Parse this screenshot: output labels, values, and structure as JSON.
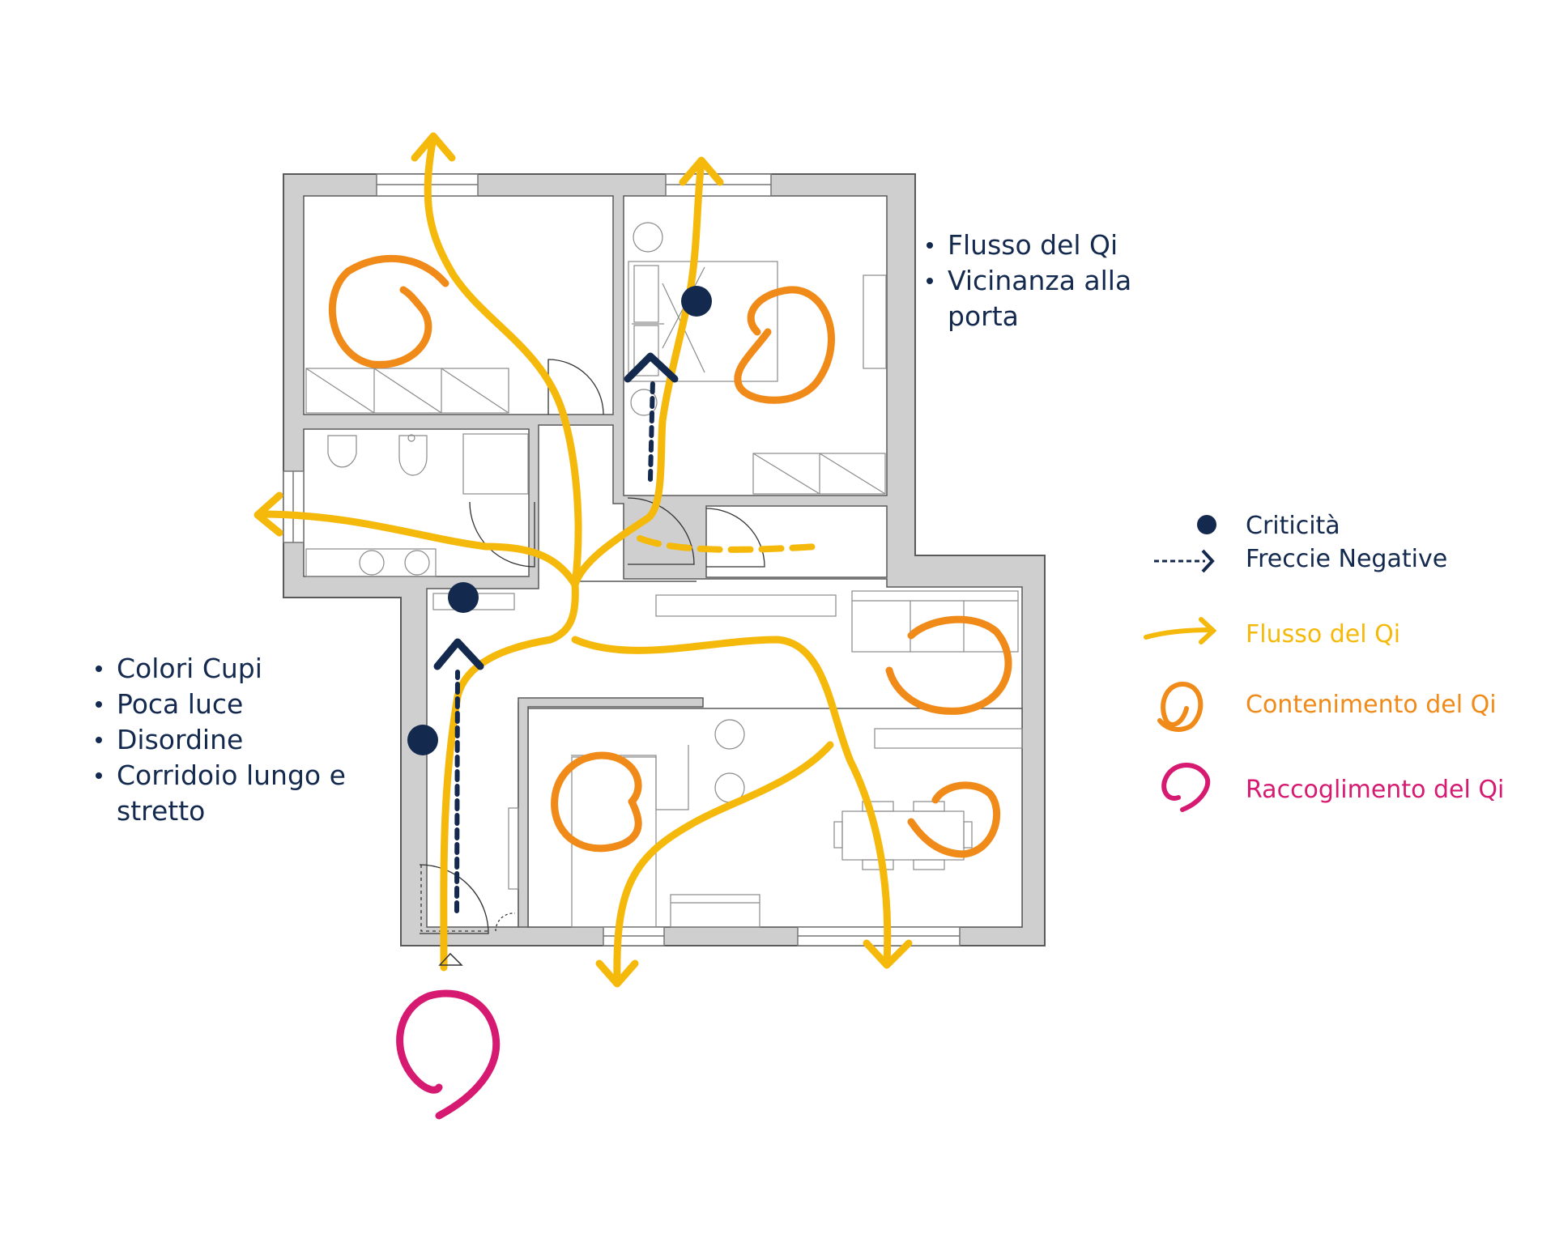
{
  "colors": {
    "navy": "#14294e",
    "flow_yellow": "#f5b90c",
    "containment_orange": "#f08a19",
    "gathering_magenta": "#d61a72",
    "wall_gray": "#cfcfcf",
    "wall_edge": "#5a5a5a"
  },
  "notes": {
    "right": [
      "Flusso del Qi",
      "Vicinanza alla porta"
    ],
    "left": [
      "Colori Cupi",
      "Poca luce",
      "Disordine",
      "Corridoio lungo e stretto"
    ]
  },
  "legend": {
    "criticita": "Criticità",
    "freccie_negative": "Freccie Negative",
    "flusso": "Flusso del Qi",
    "contenimento": "Contenimento del Qi",
    "raccoglimento": "Raccoglimento del Qi"
  },
  "icons": {
    "criticita": "dot-marker",
    "freccie_negative": "dashed-arrow-icon",
    "flusso": "arrow-icon",
    "contenimento": "spiral-icon",
    "raccoglimento": "spiral-icon"
  }
}
